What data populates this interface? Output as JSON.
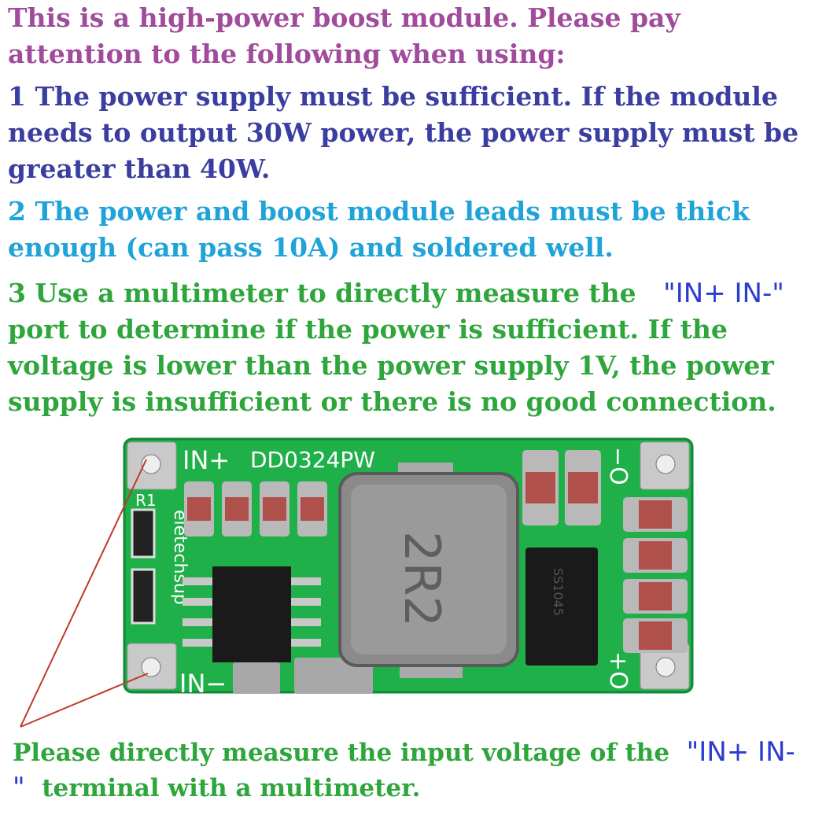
{
  "intro": "This is a high-power boost module. Please pay attention to the following when using:",
  "note1": "1 The power supply must be sufficient. If the module needs to output 30W power, the power supply must be greater than 40W.",
  "note2": "2 The power and boost module leads must be thick enough (can pass 10A) and soldered well.",
  "note3": {
    "before": "3 Use a multimeter to directly measure the",
    "port": "\"IN+ IN-\"",
    "after": "port to determine if the power is sufficient. If the voltage is lower than the power supply 1V, the power supply is insufficient or there is no good connection."
  },
  "board": {
    "in_plus": "IN+",
    "in_minus": "IN−",
    "model": "DD0324PW",
    "r1": "R1",
    "brand": "eletechsup",
    "inductor": "2R2",
    "diode": "SS1045",
    "out_minus": "−O",
    "out_plus": "+O",
    "colors": {
      "pcb": "#1fb04a",
      "pad": "#c9c9c9",
      "arrow": "#c0392b"
    }
  },
  "callout": {
    "before": "Please directly measure the input voltage of the",
    "port": "\"IN+ IN-\"",
    "after": "terminal with a multimeter."
  }
}
